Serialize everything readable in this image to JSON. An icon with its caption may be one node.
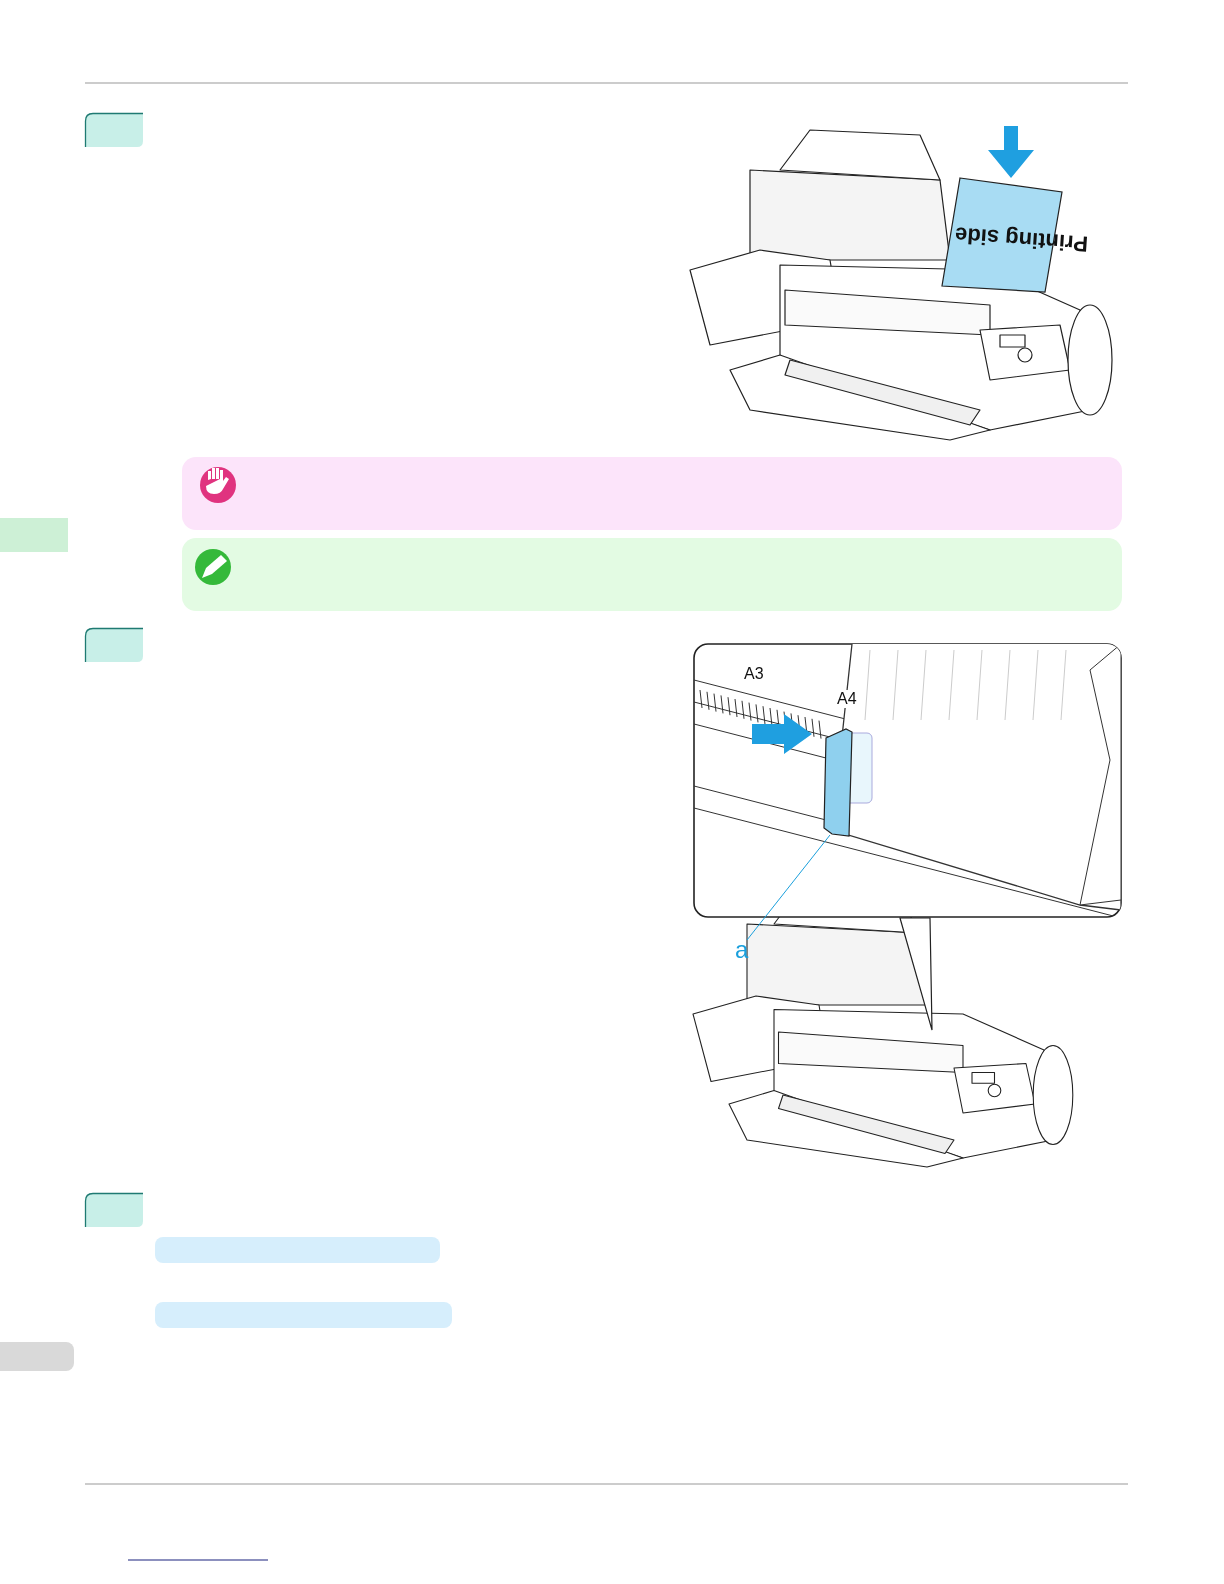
{
  "diagram": {
    "nodes": [
      {
        "text": [
          "a"
        ]
      },
      {
        "text": [],
        "shape": "box"
      },
      {
        "text": [],
        "shape": "bar"
      },
      {
        "text": [],
        "shape": "bar"
      },
      {
        "text": [],
        "shape": "bar"
      }
    ],
    "edges": [
      {
        "from": 0,
        "to": 1,
        "arrow": "none"
      }
    ],
    "labels": [
      "Printing side",
      "A3",
      "A4"
    ]
  }
}
